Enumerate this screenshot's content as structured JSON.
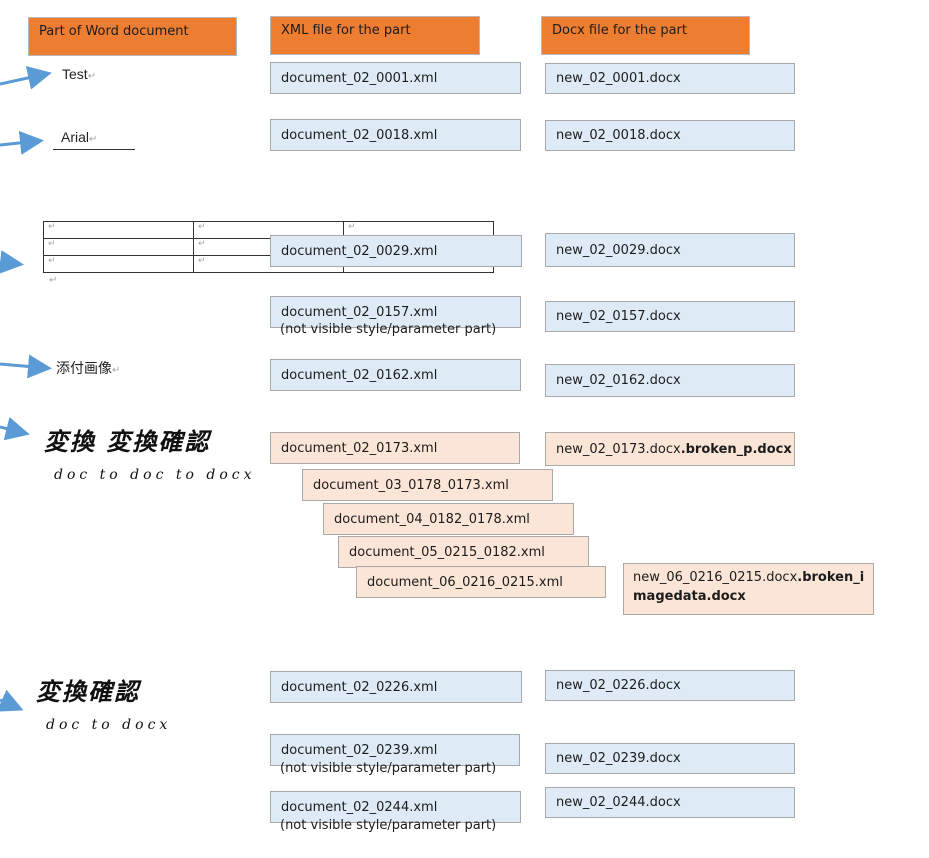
{
  "headers": {
    "part": "Part of Word document",
    "xml": "XML file for the part",
    "docx": "Docx file for the part"
  },
  "word_parts": {
    "test": "Test",
    "arial": "Arial",
    "japanese_text": "添付画像",
    "calligraphy_1_main": "変換 変換確認",
    "calligraphy_1_sub": "doc to  doc to docx",
    "calligraphy_2_main": "変換確認",
    "calligraphy_2_sub": "doc to docx",
    "return_mark": "↵"
  },
  "xml_files": [
    {
      "name": "document_02_0001.xml"
    },
    {
      "name": "document_02_0018.xml"
    },
    {
      "name": "document_02_0029.xml"
    },
    {
      "name": "document_02_0157.xml",
      "note": "(not visible style/parameter part)"
    },
    {
      "name": "document_02_0162.xml"
    },
    {
      "name": "document_02_0173.xml"
    },
    {
      "name": "document_03_0178_0173.xml"
    },
    {
      "name": "document_04_0182_0178.xml"
    },
    {
      "name": "document_05_0215_0182.xml"
    },
    {
      "name": "document_06_0216_0215.xml"
    },
    {
      "name": "document_02_0226.xml"
    },
    {
      "name": "document_02_0239.xml",
      "note": "(not visible style/parameter part)"
    },
    {
      "name": "document_02_0244.xml",
      "note": "(not visible style/parameter part)"
    }
  ],
  "docx_files": [
    {
      "name": "new_02_0001.docx"
    },
    {
      "name": "new_02_0018.docx"
    },
    {
      "name": "new_02_0029.docx"
    },
    {
      "name": "new_02_0157.docx"
    },
    {
      "name": "new_02_0162.docx"
    },
    {
      "name": "new_02_0173.docx",
      "suffix": ".broken_p.docx"
    },
    {
      "name": "new_06_0216_0215.docx",
      "suffix_line1": ".broken_i",
      "line2": "magedata.docx"
    },
    {
      "name": "new_02_0226.docx"
    },
    {
      "name": "new_02_0239.docx"
    },
    {
      "name": "new_02_0244.docx"
    }
  ],
  "colors": {
    "header": "#ed7d31",
    "xml_blue": "#deebf7",
    "broken_peach": "#fbe5d6",
    "arrow": "#5b9bd5"
  }
}
